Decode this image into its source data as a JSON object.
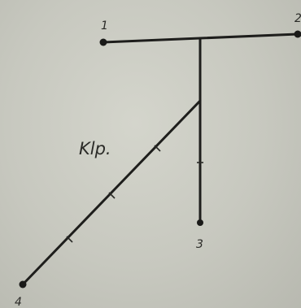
{
  "diagram": {
    "nodes": [
      {
        "id": "1",
        "label": "1"
      },
      {
        "id": "2",
        "label": "2"
      },
      {
        "id": "3",
        "label": "3"
      },
      {
        "id": "4",
        "label": "4"
      }
    ],
    "branch_label": "Klp.",
    "colors": {
      "paper": "#c9cac1",
      "ink": "#1e1e1c"
    }
  }
}
